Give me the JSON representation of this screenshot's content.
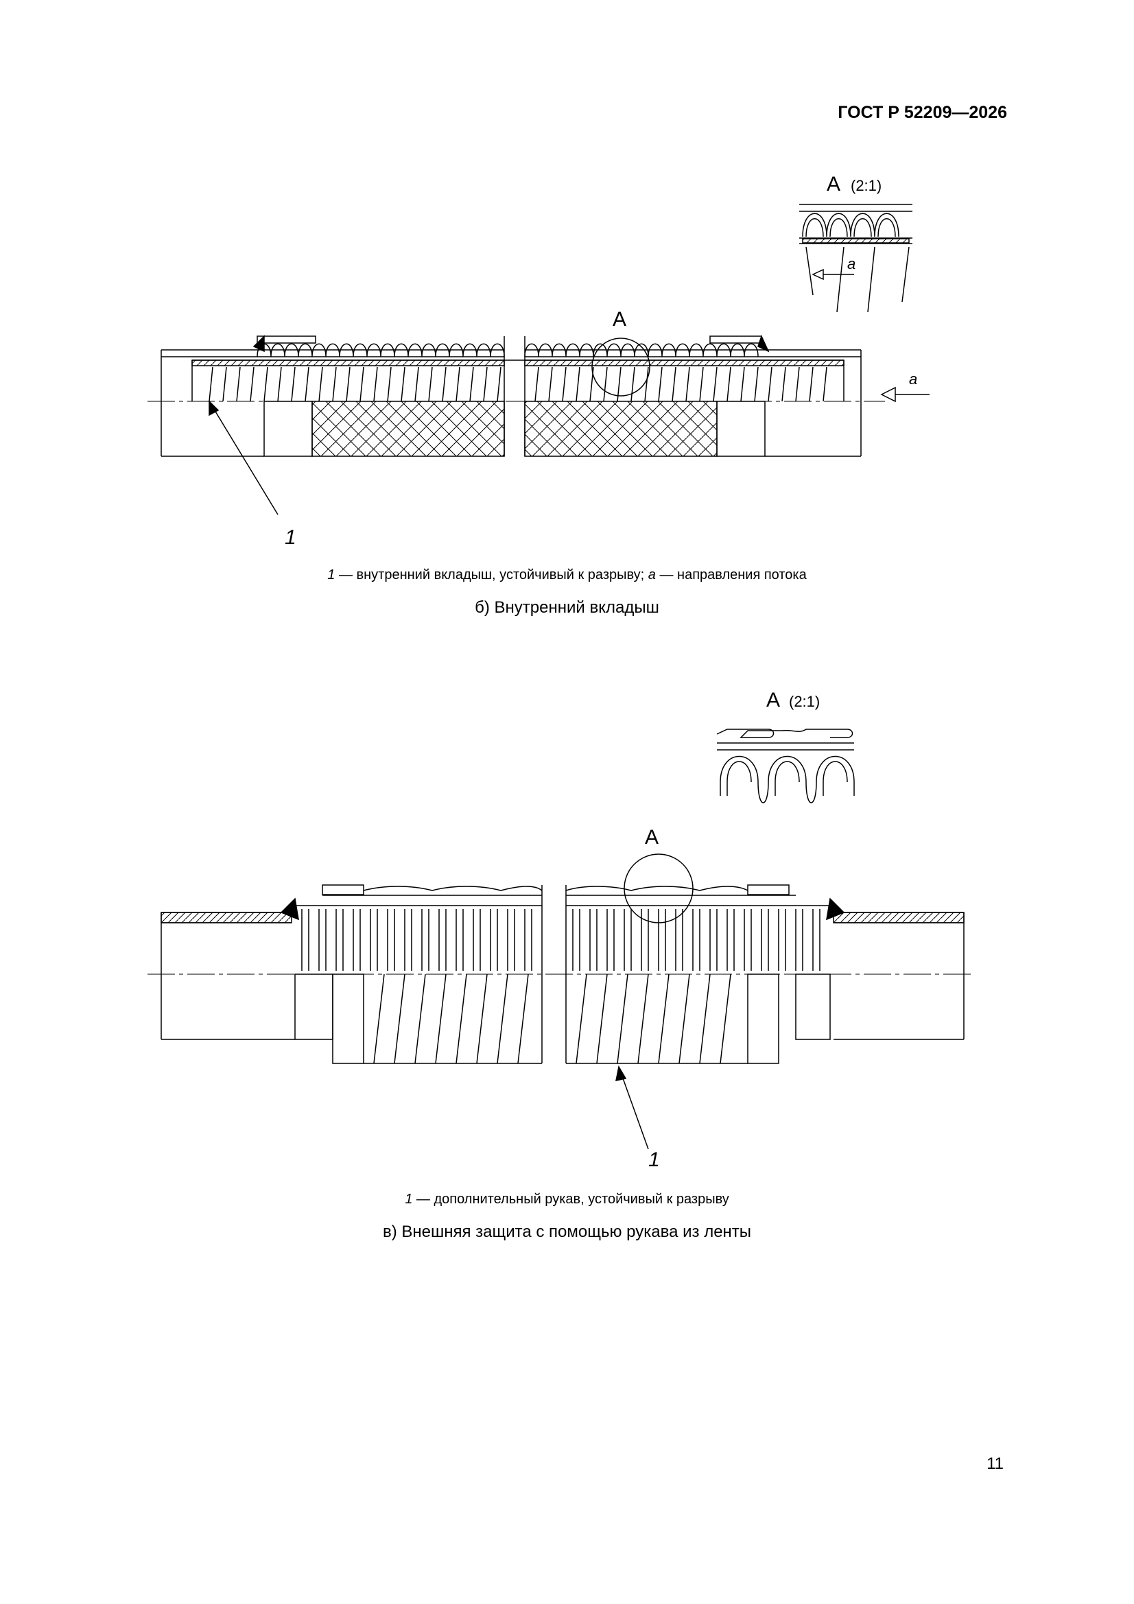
{
  "header": {
    "standard": "ГОСТ Р 52209—2026"
  },
  "figure_b": {
    "detail_title": "А",
    "detail_scale": "(2:1)",
    "detail_marker": "А",
    "flow_label": "a",
    "flow_label_detail": "a",
    "callout": "1",
    "legend_num": "1",
    "legend_text": " — внутренний вкладыш, устойчивый к разрыву; ",
    "legend_a": "a",
    "legend_text2": " — направления потока",
    "caption": "б)  Внутренний вкладыш"
  },
  "figure_v": {
    "detail_title": "А",
    "detail_scale": "(2:1)",
    "detail_marker": "А",
    "callout": "1",
    "legend_num": "1",
    "legend_text": " — дополнительный рукав, устойчивый к разрыву",
    "caption": "в)  Внешняя защита с помощью рукава из ленты"
  },
  "footer": {
    "page_number": "11"
  }
}
